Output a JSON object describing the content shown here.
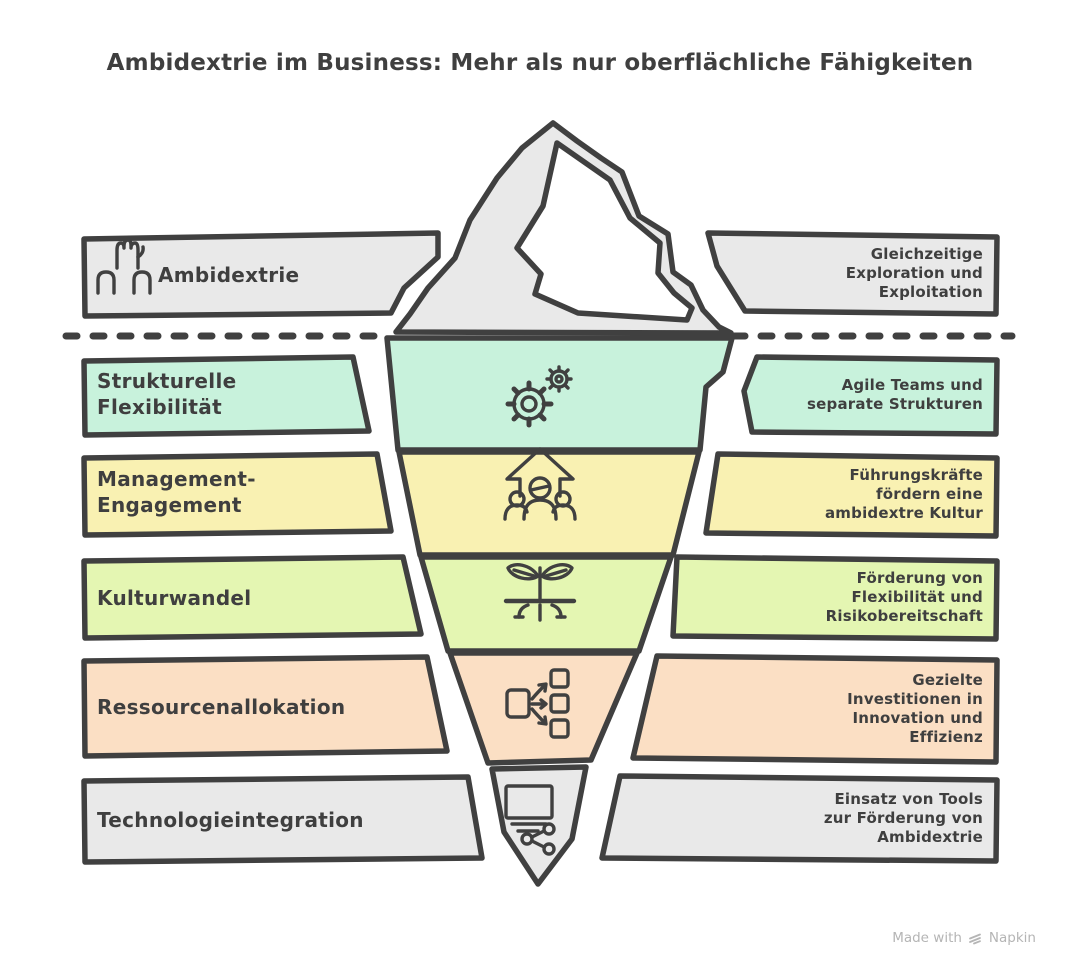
{
  "title": "Ambidextrie im Business: Mehr als nur oberflächliche Fähigkeiten",
  "theme": {
    "background": "#ffffff",
    "outline": "#404040",
    "text": "#3f3f3f",
    "watermark": "#b5b5b5"
  },
  "rows": [
    {
      "label": "Ambidextrie",
      "description": "Gleichzeitige\nExploration und\nExploitation",
      "color": "#e9e9e9",
      "icon": "raised-hands-icon",
      "position": "above-waterline"
    },
    {
      "label": "Strukturelle\nFlexibilität",
      "description": "Agile Teams und\nseparate Strukturen",
      "color": "#c8f2dc",
      "icon": "gears-icon",
      "position": "below-waterline"
    },
    {
      "label": "Management-\nEngagement",
      "description": "Führungskräfte\nfördern eine\nambidextre Kultur",
      "color": "#f9f1b2",
      "icon": "leadership-growth-icon",
      "position": "below-waterline"
    },
    {
      "label": "Kulturwandel",
      "description": "Förderung von\nFlexibilität und\nRisikobereitschaft",
      "color": "#e4f6b2",
      "icon": "plant-growth-icon",
      "position": "below-waterline"
    },
    {
      "label": "Ressourcenallokation",
      "description": "Gezielte\nInvestitionen in\nInnovation und\nEffizienz",
      "color": "#fbdfc4",
      "icon": "resource-allocation-icon",
      "position": "below-waterline"
    },
    {
      "label": "Technologieintegration",
      "description": "Einsatz von Tools\nzur Förderung von\nAmbidextrie",
      "color": "#e9e9e9",
      "icon": "technology-icon",
      "position": "below-waterline"
    }
  ],
  "watermark": {
    "prefix": "Made with",
    "brand": "Napkin"
  }
}
